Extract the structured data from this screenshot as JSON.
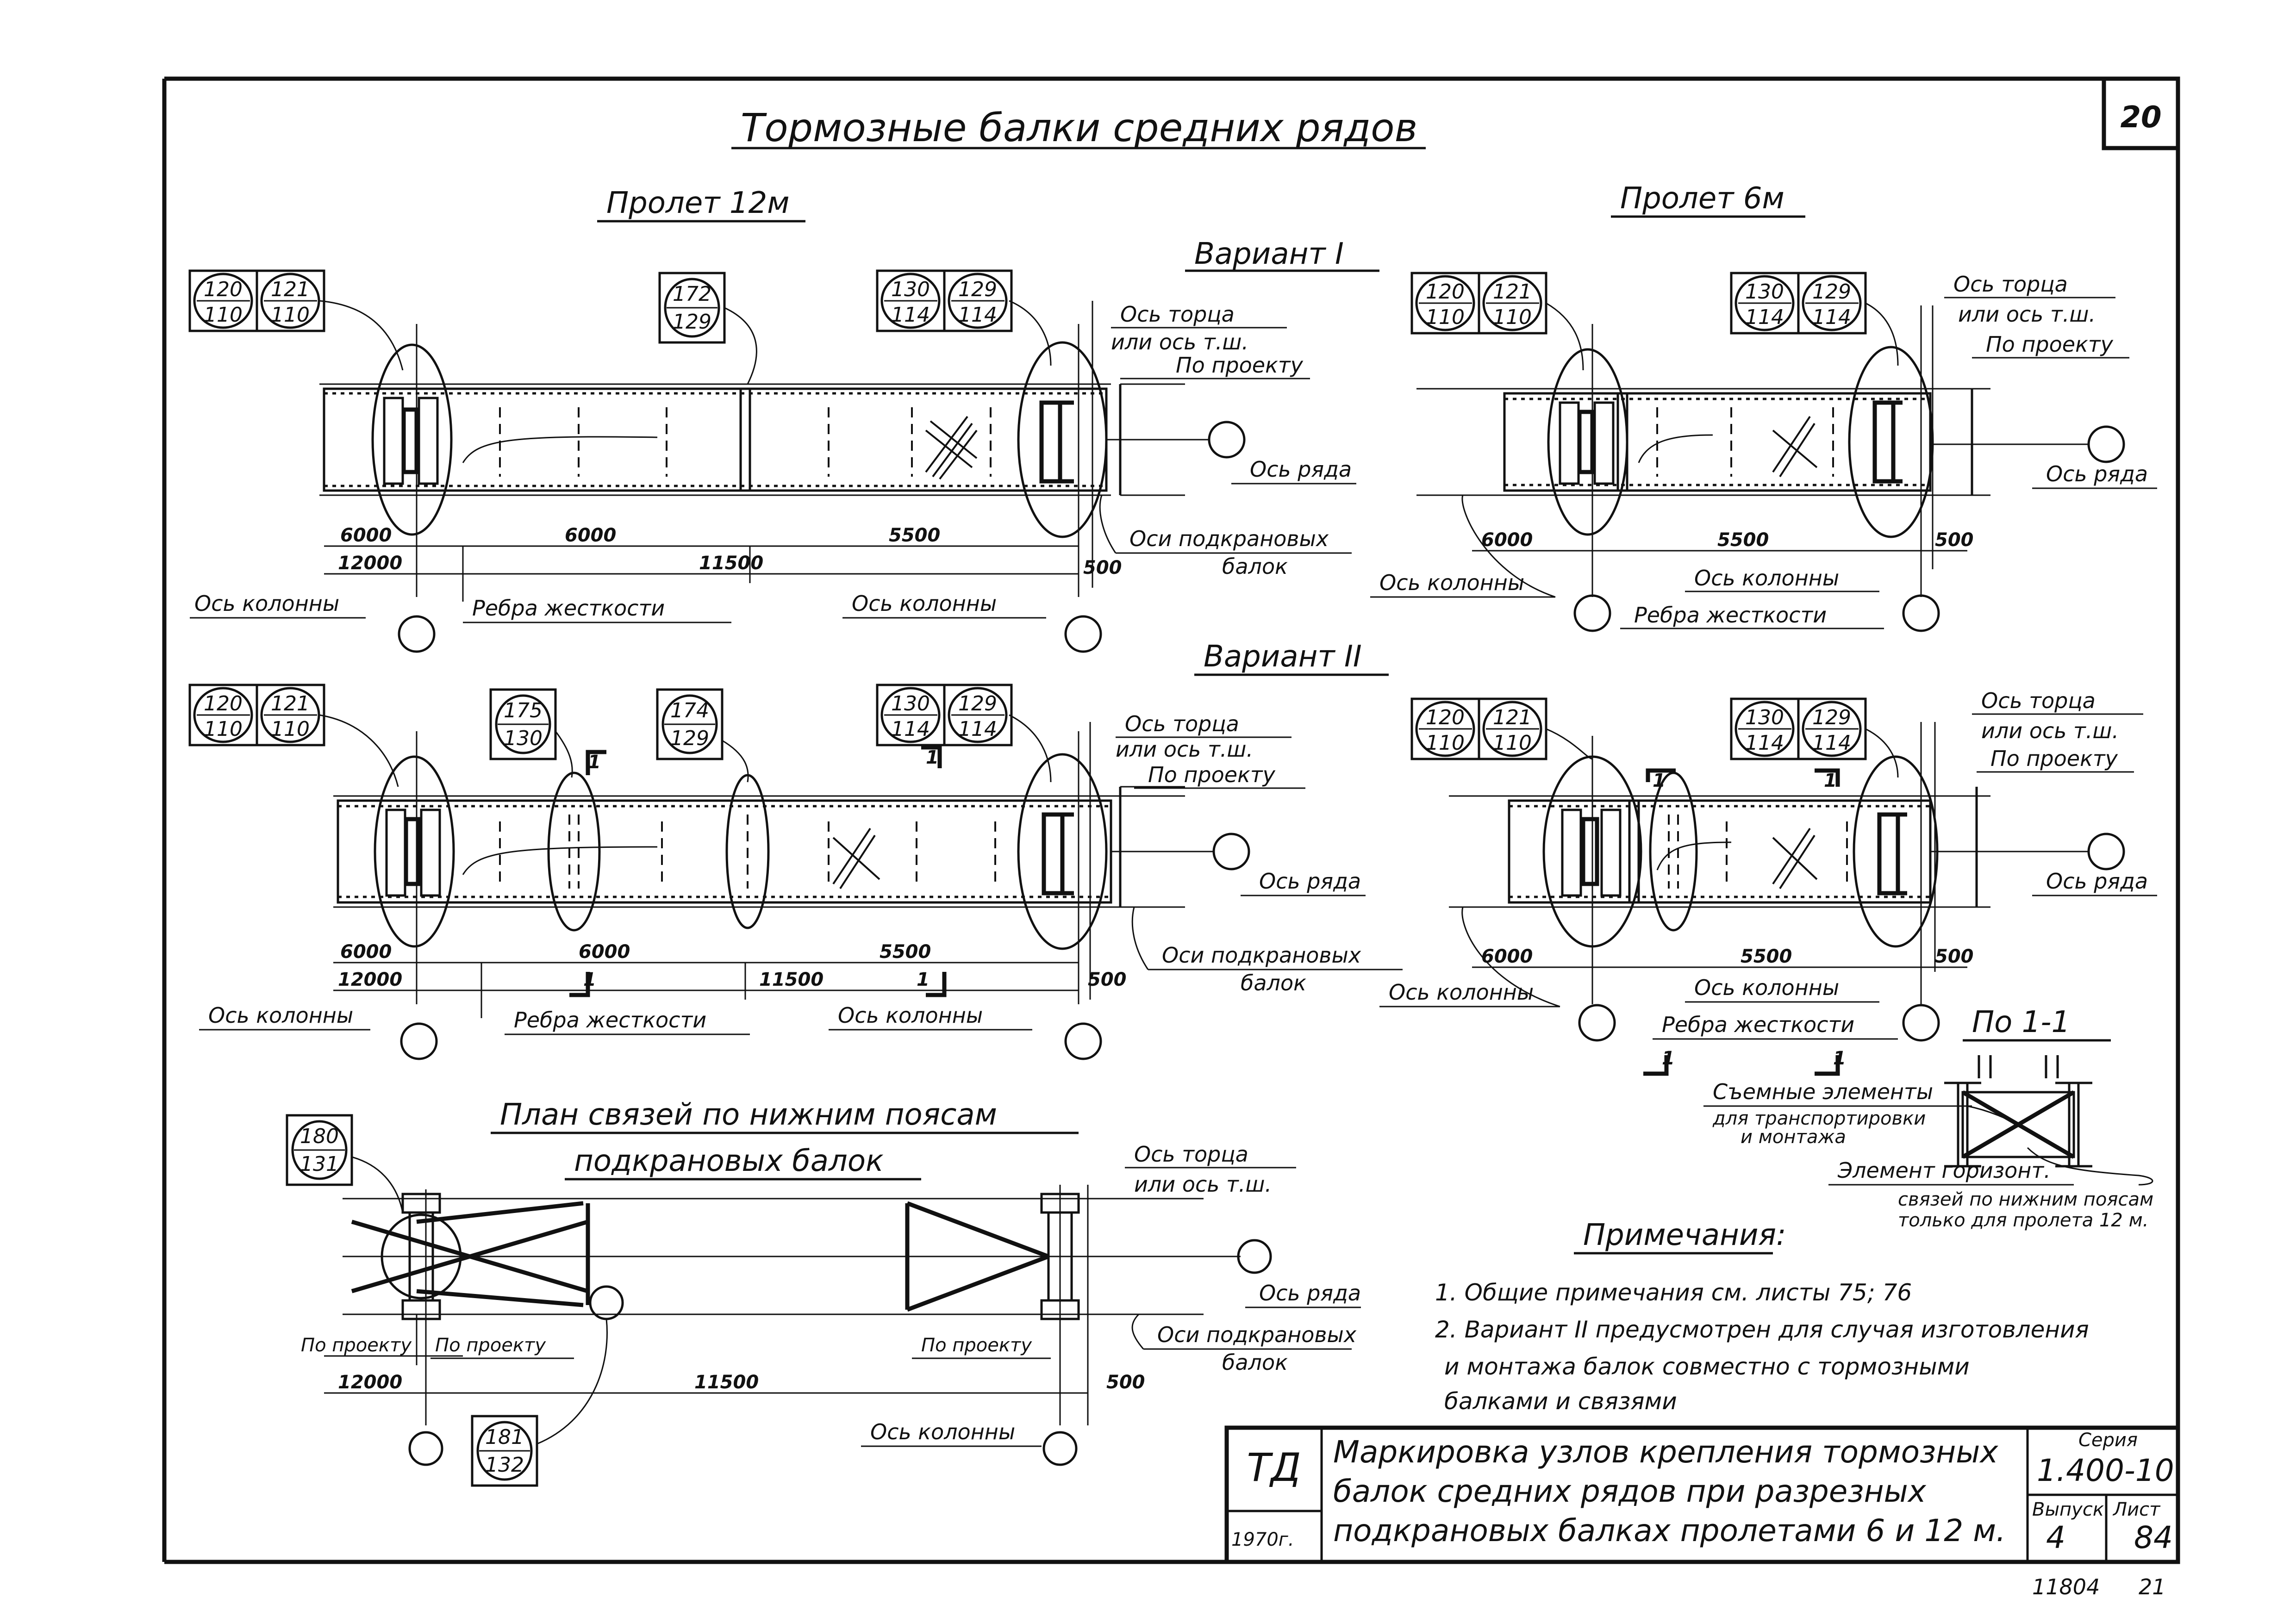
{
  "sheet_number": "20",
  "title": "Тормозные балки средних рядов",
  "span_12": "Пролет 12м",
  "span_6": "Пролет 6м",
  "variant_1": "Вариант I",
  "variant_2": "Вариант II",
  "labels": {
    "axis_end": "Ось торца",
    "or_axis_tsh": "или ось т.ш.",
    "by_project": "По проекту",
    "row_axis": "Ось ряда",
    "crane_beam_axes_1": "Оси подкрановых",
    "crane_beam_axes_2": "балок",
    "column_axis": "Ось колонны",
    "stiffeners": "Ребра жесткости"
  },
  "dims": {
    "d6000": "6000",
    "d5500": "5500",
    "d500": "500",
    "d12000": "12000",
    "d11500": "11500"
  },
  "marks": {
    "v1_12": [
      {
        "top": "120",
        "bottom": "110"
      },
      {
        "top": "121",
        "bottom": "110"
      },
      {
        "top": "172",
        "bottom": "129"
      },
      {
        "top": "130",
        "bottom": "114"
      },
      {
        "top": "129",
        "bottom": "114"
      }
    ],
    "v1_6": [
      {
        "top": "120",
        "bottom": "110"
      },
      {
        "top": "121",
        "bottom": "110"
      },
      {
        "top": "130",
        "bottom": "114"
      },
      {
        "top": "129",
        "bottom": "114"
      }
    ],
    "v2_12": [
      {
        "top": "120",
        "bottom": "110"
      },
      {
        "top": "121",
        "bottom": "110"
      },
      {
        "top": "175",
        "bottom": "130"
      },
      {
        "top": "174",
        "bottom": "129"
      },
      {
        "top": "130",
        "bottom": "114"
      },
      {
        "top": "129",
        "bottom": "114"
      }
    ],
    "v2_6": [
      {
        "top": "120",
        "bottom": "110"
      },
      {
        "top": "121",
        "bottom": "110"
      },
      {
        "top": "130",
        "bottom": "114"
      },
      {
        "top": "129",
        "bottom": "114"
      }
    ],
    "plan": [
      {
        "top": "180",
        "bottom": "131"
      },
      {
        "top": "181",
        "bottom": "132"
      }
    ]
  },
  "section_mark": "1",
  "plan_title_1": "План связей по нижним поясам",
  "plan_title_2": "подкрановых балок",
  "section_title": "По 1-1",
  "removable_1": "Съемные элементы",
  "removable_2": "для транспортировки",
  "removable_3": "и монтажа",
  "horiz_1": "Элемент горизонт.",
  "horiz_2": "связей по нижним поясам",
  "horiz_3": "только для пролета 12 м.",
  "notes_title": "Примечания:",
  "note_1": "1. Общие примечания см. листы 75; 76",
  "note_2a": "2. Вариант II предусмотрен для случая изготовления",
  "note_2b": "и монтажа балок совместно с тормозными",
  "note_2c": "балками и связями",
  "stamp": {
    "org": "ТД",
    "year": "1970г.",
    "title_1": "Маркировка узлов крепления тормозных",
    "title_2": "балок средних рядов при разрезных",
    "title_3": "подкрановых балках пролетами 6 и 12 м.",
    "series_label": "Серия",
    "series": "1.400-10",
    "issue_label": "Выпуск",
    "issue": "4",
    "sheet_label": "Лист",
    "sheet": "84"
  },
  "footer_left": "11804",
  "footer_right": "21"
}
